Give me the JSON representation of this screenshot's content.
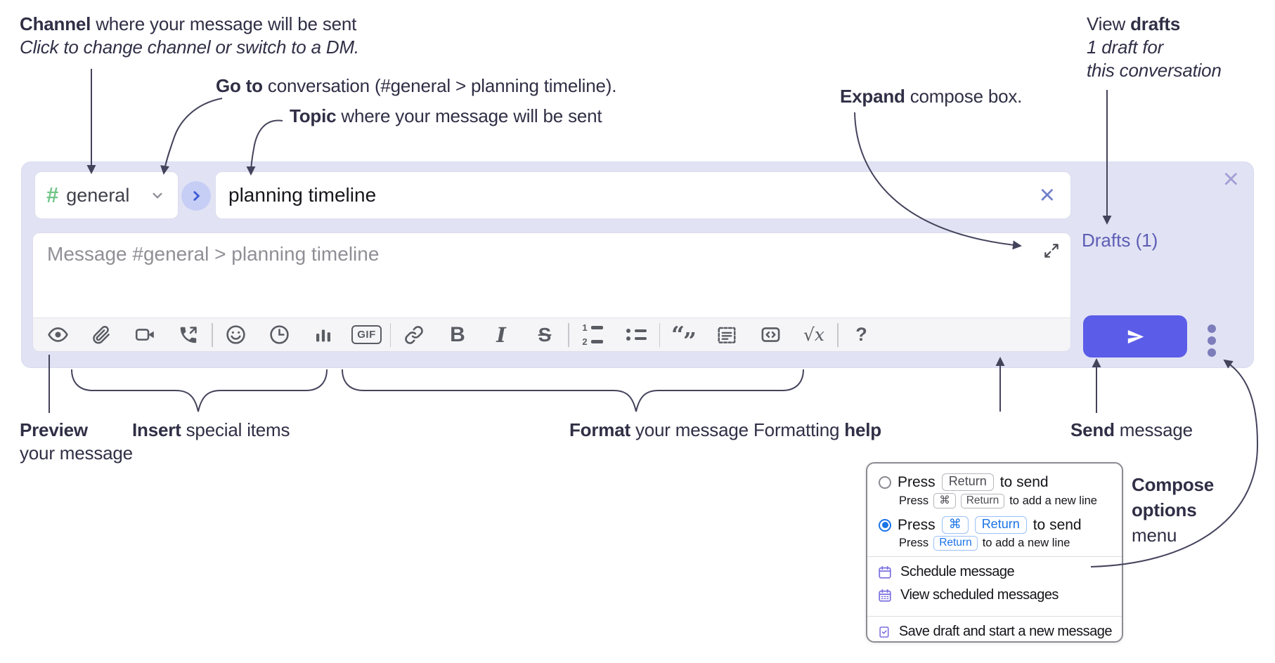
{
  "annotations": {
    "channel": {
      "bold": "Channel",
      "rest": " where your message will be sent",
      "line2": "Click to change channel or switch to a DM."
    },
    "goto": {
      "bold": "Go to",
      "rest": " conversation (#general > planning timeline)."
    },
    "topic": {
      "bold": "Topic",
      "rest": " where your message will be sent"
    },
    "expand": {
      "bold": "Expand",
      "rest": " compose box."
    },
    "view_drafts": {
      "pre": "View ",
      "bold": "drafts",
      "line2": "1 draft for",
      "line3": "this conversation"
    },
    "preview": {
      "bold": "Preview",
      "line2": "your message"
    },
    "insert": {
      "bold": "Insert",
      "rest": " special items"
    },
    "format": {
      "bold": "Format",
      "rest": " your message"
    },
    "formatting_help": {
      "pre": "Formatting ",
      "bold": "help"
    },
    "send": {
      "bold": "Send",
      "rest": " message"
    },
    "compose_options": {
      "line1": "Compose",
      "line2": "options",
      "line3": "menu"
    }
  },
  "compose": {
    "channel": {
      "hash": "#",
      "name": "general"
    },
    "topic": {
      "value": "planning timeline"
    },
    "message": {
      "placeholder": "Message #general > planning timeline"
    },
    "drafts_link": "Drafts (1)",
    "toolbar_text": {
      "gif": "GIF",
      "bold": "B",
      "italic": "I",
      "strike": "S",
      "math": "√x",
      "help": "?"
    },
    "toolbar_icons": [
      "preview-eye",
      "attach-file",
      "start-video-call",
      "start-voice-call",
      "emoji",
      "add-global-time",
      "create-poll",
      "add-gif",
      "link",
      "bold",
      "italic",
      "strikethrough",
      "numbered-list",
      "bulleted-list",
      "quote",
      "spoiler",
      "code",
      "math-latex",
      "message-formatting-help"
    ],
    "close_icon": "×",
    "clear_icon": "×"
  },
  "options_menu": {
    "option1": {
      "main_pre": "Press",
      "main_key1": "Return",
      "main_post": "to send",
      "sub_pre": "Press",
      "sub_key1": "⌘",
      "sub_key2": "Return",
      "sub_post": "to add a new line"
    },
    "option2": {
      "main_pre": "Press",
      "main_key1": "⌘",
      "main_key2": "Return",
      "main_post": "to send",
      "sub_pre": "Press",
      "sub_key1": "Return",
      "sub_post": "to add a new line"
    },
    "items": {
      "schedule": "Schedule message",
      "view_scheduled": "View scheduled messages",
      "save_draft": "Save draft and start a new message"
    }
  },
  "colors": {
    "accent_send": "#5b5ce7",
    "compose_bg": "#e1e3f4",
    "drafts_link": "#5d5db5",
    "radio_blue": "#1a73e8",
    "menu_icon_purple": "#7b71df",
    "channel_hash_green": "#72c588",
    "annotation_text": "#302f46"
  }
}
